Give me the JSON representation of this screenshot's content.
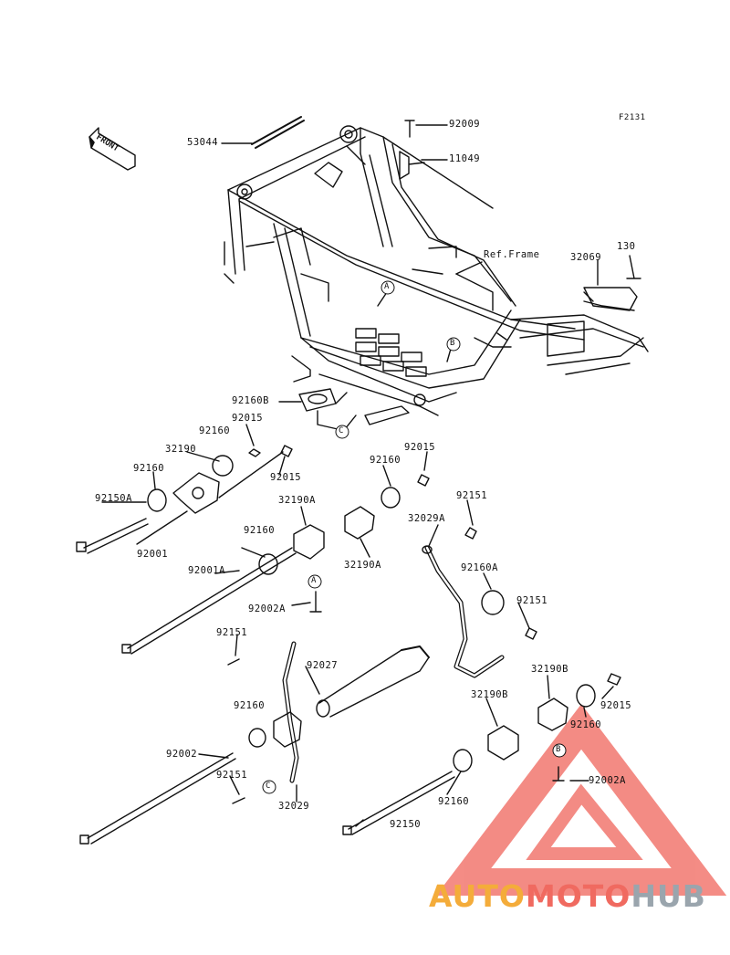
{
  "figure_code": "F2131",
  "front_label": "FRONT",
  "ref_frame_label": "Ref.Frame",
  "callouts": [
    "A",
    "B",
    "C",
    "A",
    "B",
    "C"
  ],
  "parts": {
    "p53044": "53044",
    "p92009": "92009",
    "p11049": "11049",
    "p32069": "32069",
    "p130": "130",
    "p92160B": "92160B",
    "p92015a": "92015",
    "p92160a": "92160",
    "p32190": "32190",
    "p92160b": "92160",
    "p92015b": "92015",
    "p92150A": "92150A",
    "p92001": "92001",
    "p32190A_a": "32190A",
    "p92160c": "92160",
    "p92015c": "92015",
    "p32190A_b": "32190A",
    "p92160d": "92160",
    "p92001A": "92001A",
    "p92002A_a": "92002A",
    "p32029A": "32029A",
    "p92151a": "92151",
    "p92160A": "92160A",
    "p92151b": "92151",
    "p92151c": "92151",
    "p92027": "92027",
    "p32190B_a": "32190B",
    "p32190B_b": "32190B",
    "p92015d": "92015",
    "p92160e": "92160",
    "p92160f": "92160",
    "p92002": "92002",
    "p92151d": "92151",
    "p32029": "32029",
    "p92002A_b": "92002A",
    "p92160g": "92160",
    "p92150": "92150"
  },
  "watermark": {
    "part1": "AUTO",
    "part2": "MOTO",
    "part3": "HUB"
  },
  "colors": {
    "line": "#111111",
    "watermark_triangle": "#f0655c",
    "watermark_orange": "#f4ac3a",
    "watermark_gray": "#9aa5ad"
  }
}
